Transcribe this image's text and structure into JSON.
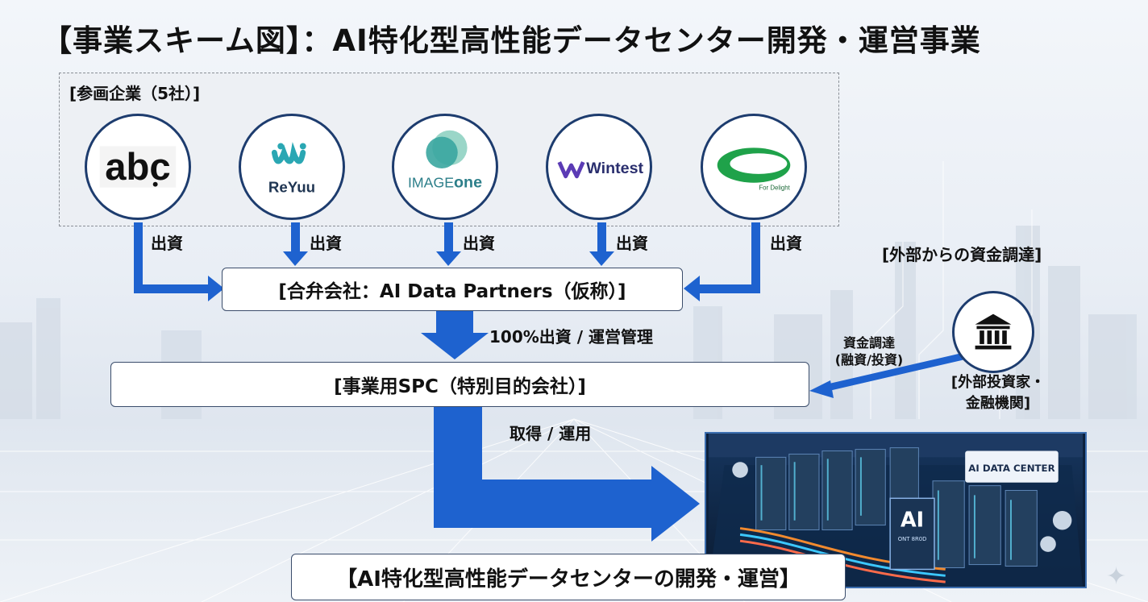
{
  "title": "【事業スキーム図】：AI特化型高性能データセンター開発・運営事業",
  "investors": {
    "label": "[参画企業（5社）]",
    "logos": [
      {
        "name": "abc",
        "text": "abc"
      },
      {
        "name": "reyuu",
        "text": "ReYuu"
      },
      {
        "name": "imageone",
        "text_a": "IMAGE",
        "text_b": "one"
      },
      {
        "name": "wintest",
        "text": "Wintest"
      },
      {
        "name": "fordelight",
        "text": "For Delight"
      }
    ],
    "investment_label": "出資"
  },
  "jv": {
    "label": "[合弁会社：AI Data Partners（仮称）]"
  },
  "jv_to_spc_label": "100%出資 / 運営管理",
  "spc": {
    "label": "[事業用SPC（特別目的会社）]"
  },
  "spc_to_dc_label": "取得 / 運用",
  "external": {
    "heading": "[外部からの資金調達]",
    "flow_label_line1": "資金調達",
    "flow_label_line2": "(融資/投資)",
    "investor_line1": "[外部投資家・",
    "investor_line2": "金融機関]"
  },
  "datacenter": {
    "sign": "AI DATA CENTER",
    "rack_label": "AI",
    "rack_sublabel": "ONT 8R0D",
    "caption": "【AI特化型高性能データセンターの開発・運営】"
  },
  "colors": {
    "arrow": "#1e62cf",
    "border": "#1d3c6e"
  }
}
